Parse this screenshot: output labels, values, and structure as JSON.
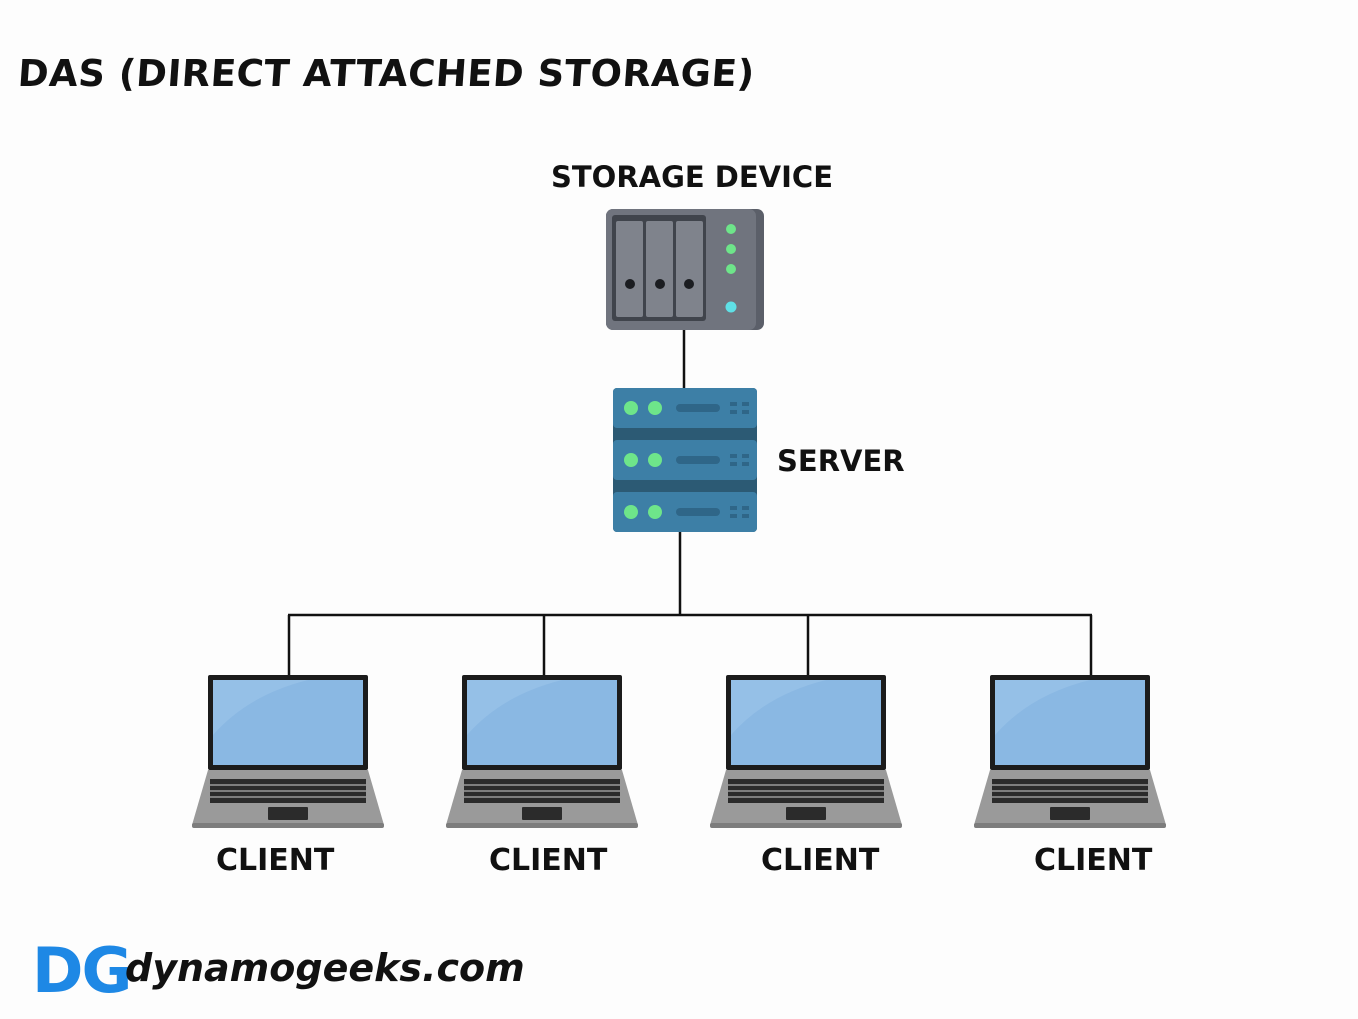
{
  "title": "DAS (DIRECT ATTACHED STORAGE)",
  "nodes": {
    "storage": {
      "label": "STORAGE DEVICE",
      "icon": "storage-device-icon"
    },
    "server": {
      "label": "SERVER",
      "icon": "server-rack-icon"
    },
    "clients": [
      {
        "label": "CLIENT",
        "icon": "laptop-icon"
      },
      {
        "label": "CLIENT",
        "icon": "laptop-icon"
      },
      {
        "label": "CLIENT",
        "icon": "laptop-icon"
      },
      {
        "label": "CLIENT",
        "icon": "laptop-icon"
      }
    ]
  },
  "edges": [
    {
      "from": "storage",
      "to": "server"
    },
    {
      "from": "server",
      "to": "client-1"
    },
    {
      "from": "server",
      "to": "client-2"
    },
    {
      "from": "server",
      "to": "client-3"
    },
    {
      "from": "server",
      "to": "client-4"
    }
  ],
  "branding": {
    "mark": "DG",
    "site": "dynamogeeks.com",
    "mark_color": "#1e88e5"
  },
  "colors": {
    "server": "#3d7fa6",
    "screen": "#8ab8e3",
    "led_green": "#6ee58a",
    "storage_body": "#5b5f69"
  }
}
